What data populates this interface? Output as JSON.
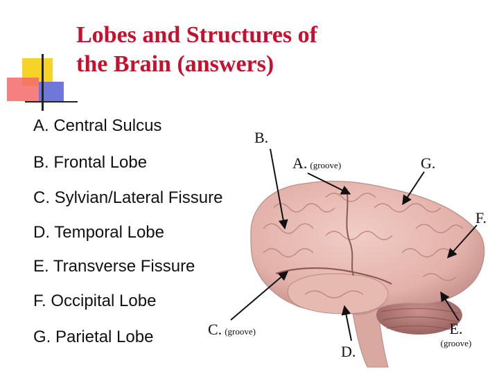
{
  "title": {
    "line1": "Lobes and Structures of",
    "line2": "the Brain (answers)"
  },
  "answer_list": [
    "A. Central Sulcus",
    "B. Frontal Lobe",
    "C.  Sylvian/Lateral Fissure",
    "D.  Temporal Lobe",
    "E.  Transverse Fissure",
    "F.  Occipital Lobe",
    "G.  Parietal Lobe"
  ],
  "diagram_labels": {
    "A": {
      "letter": "A.",
      "note": "(groove)"
    },
    "B": {
      "letter": "B."
    },
    "C": {
      "letter": "C.",
      "note": "(groove)"
    },
    "D": {
      "letter": "D."
    },
    "E": {
      "letter": "E.",
      "note": "(groove)"
    },
    "F": {
      "letter": "F."
    },
    "G": {
      "letter": "G."
    }
  },
  "colors": {
    "title": "#c8102e",
    "brain": "#e8bdb4",
    "brain_shadow": "#b98b84",
    "cerebellum": "#b87e7a",
    "arrow": "#111111"
  }
}
